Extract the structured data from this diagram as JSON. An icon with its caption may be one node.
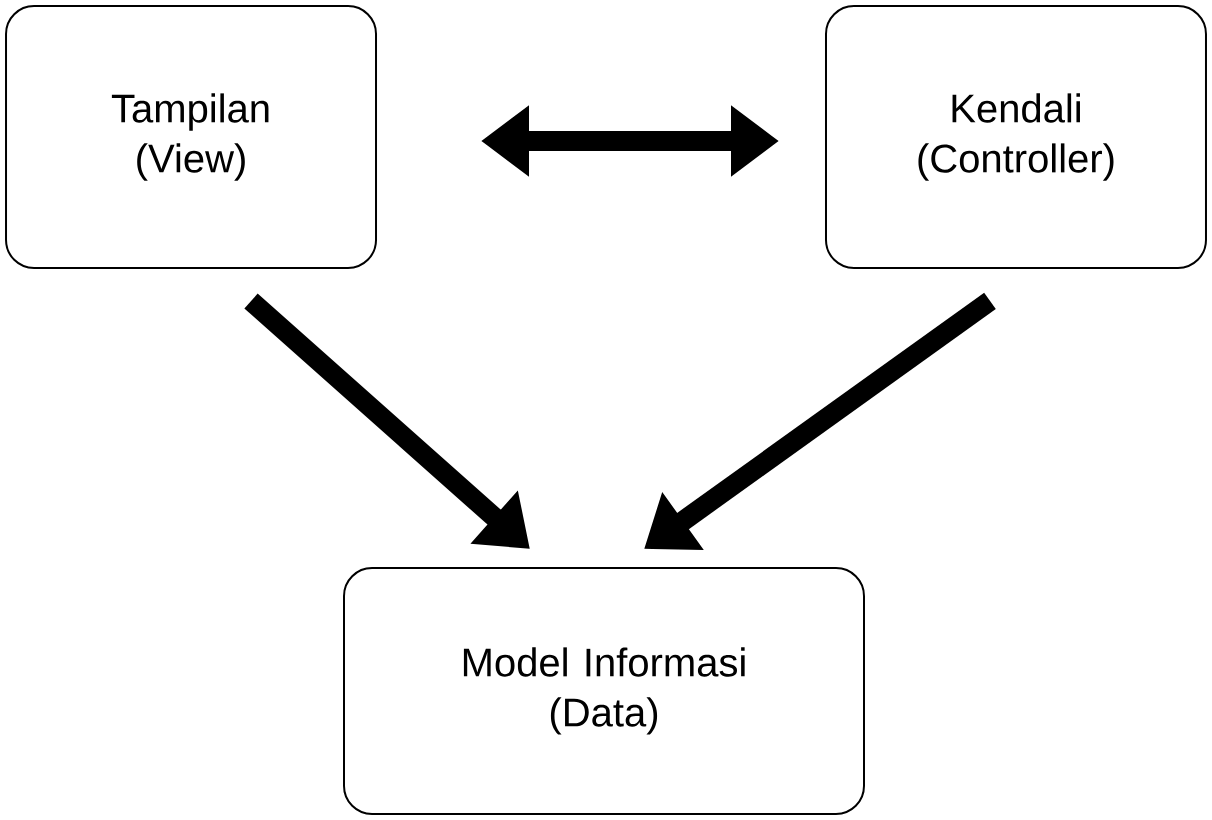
{
  "diagram": {
    "nodes": [
      {
        "text": [
          "Tampilan (View)"
        ]
      },
      {
        "text": [
          "Kendali (Controller)"
        ]
      },
      {
        "text": [
          "Model Informasi (Data)"
        ]
      }
    ],
    "edges": [
      {
        "from": 0,
        "to": 1,
        "arrow": "both"
      },
      {
        "from": 0,
        "to": 2,
        "arrow": "to"
      },
      {
        "from": 1,
        "to": 2,
        "arrow": "to"
      }
    ]
  }
}
